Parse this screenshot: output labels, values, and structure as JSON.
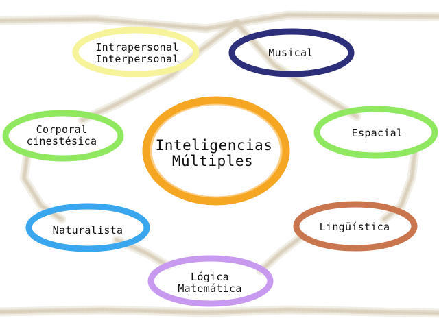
{
  "center": {
    "line1": "Inteligencias",
    "line2": "Múltiples",
    "color": "#f5a623"
  },
  "nodes": [
    {
      "id": "intrapersonal",
      "lines": [
        "Intrapersonal",
        "Interpersonal"
      ],
      "color": "#f6f39a"
    },
    {
      "id": "musical",
      "lines": [
        "Musical"
      ],
      "color": "#2e2f7a"
    },
    {
      "id": "corporal",
      "lines": [
        "Corporal",
        "cinestésica"
      ],
      "color": "#8fe860"
    },
    {
      "id": "espacial",
      "lines": [
        "Espacial"
      ],
      "color": "#8fe860"
    },
    {
      "id": "naturalista",
      "lines": [
        "Naturalista"
      ],
      "color": "#3aa6ee"
    },
    {
      "id": "linguistica",
      "lines": [
        "Lingüística"
      ],
      "color": "#c9754e"
    },
    {
      "id": "logica",
      "lines": [
        "Lógica",
        "Matemática"
      ],
      "color": "#c79af0"
    }
  ],
  "rope_color": "#d8cdb8"
}
